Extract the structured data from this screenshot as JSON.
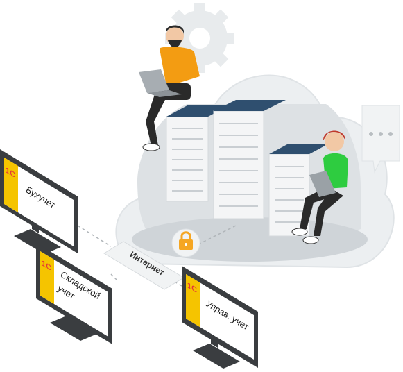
{
  "colors": {
    "cloud": "#eceff1",
    "cloud_inner": "#dde1e4",
    "cloud_floor": "#cfd4d8",
    "server": "#f4f5f6",
    "server_top": "#2f4f6f",
    "monitor_frame": "#3a3d40",
    "monitor_stripe": "#f5c400",
    "monitor_screen": "#ffffff",
    "logo": "#e53935",
    "lock": "#f5a623",
    "shirt_man": "#f39c12",
    "shirt_woman": "#2ecc40",
    "dashed_line": "#b0b5b9"
  },
  "icons": [
    "gear-icon",
    "chat-bubble-icon",
    "lock-icon",
    "laptop-icon",
    "tablet-icon",
    "logo-1c-icon"
  ],
  "monitors": [
    {
      "logo": "1С",
      "label": "Бухучет"
    },
    {
      "logo": "1С",
      "label_lines": [
        "Складской",
        "учет"
      ]
    },
    {
      "logo": "1С",
      "label": "Управ. учет"
    }
  ],
  "network": {
    "label": "Интернет"
  },
  "chat_bubble": {
    "dots": 3
  }
}
